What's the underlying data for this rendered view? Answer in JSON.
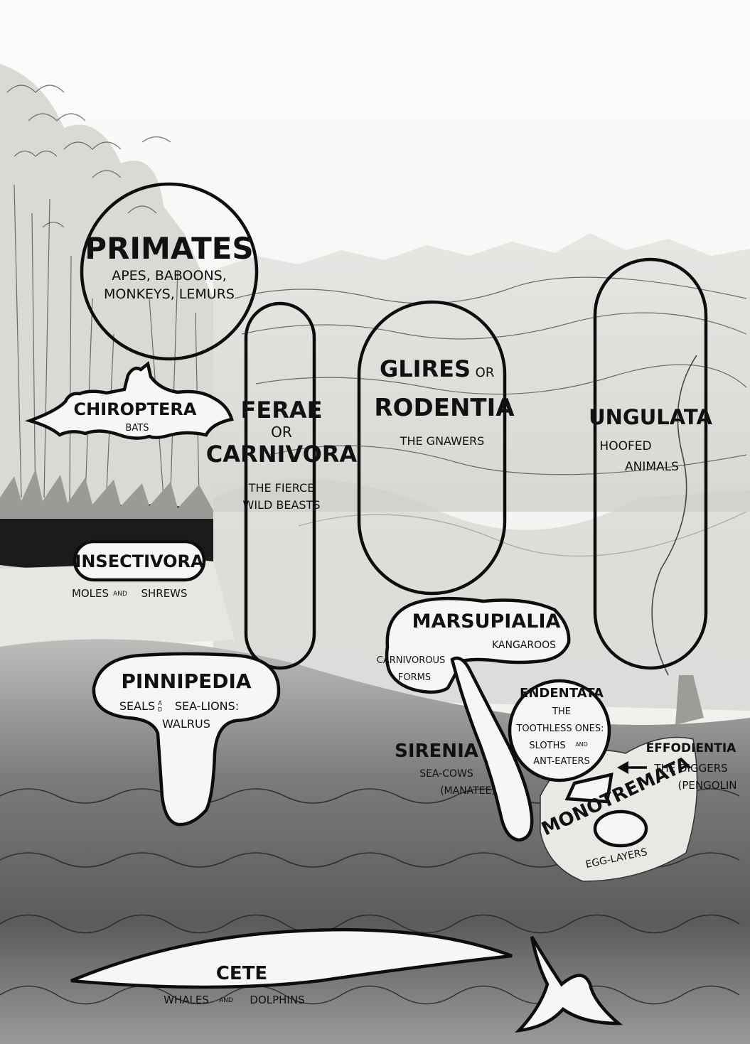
{
  "colors": {
    "ink": "#0d0d0d",
    "paper": "#f4f4f2",
    "sea": "#6f6f6f"
  },
  "groups": {
    "primates": {
      "title": "PRIMATES",
      "line1": "APES, BABOONS,",
      "line2": "MONKEYS, LEMURS"
    },
    "chiroptera": {
      "title": "CHIROPTERA",
      "sub": "BATS"
    },
    "ferae": {
      "title": "FERAE",
      "or": "OR",
      "title2": "CARNIVORA",
      "line1": "THE FIERCE",
      "line2": "WILD BEASTS"
    },
    "glires": {
      "title": "GLIRES",
      "or": "OR",
      "title2": "RODENTIA",
      "sub": "THE GNAWERS"
    },
    "ungulata": {
      "title": "UNGULATA",
      "line1": "HOOFED",
      "line2": "ANIMALS"
    },
    "insectivora": {
      "title": "INSECTIVORA",
      "sub_a": "MOLES",
      "sub_and": "AND",
      "sub_b": "SHREWS"
    },
    "marsupialia": {
      "title": "MARSUPIALIA",
      "sub": "KANGAROOS",
      "line1": "CARNIVOROUS",
      "line2": "FORMS"
    },
    "pinnipedia": {
      "title": "PINNIPEDIA",
      "line1": "SEALS",
      "and_a": "A",
      "and_b": "D",
      "line1b": "SEA-LIONS:",
      "line2": "WALRUS"
    },
    "endentata": {
      "title": "ENDENTATA",
      "line1": "THE",
      "line2": "TOOTHLESS ONES:",
      "line3": "SLOTHS",
      "line3_and": "AND",
      "line4": "ANT-EATERS"
    },
    "sirenia": {
      "title": "SIRENIA",
      "line1": "SEA-COWS",
      "line2": "(MANATEE)"
    },
    "effodientia": {
      "title": "EFFODIENTIA",
      "line1": "THE DIGGERS",
      "line2": "(PENGOLIN"
    },
    "monotremata": {
      "title": "MONOTREMATA",
      "sub": "EGG-LAYERS"
    },
    "cete": {
      "title": "CETE",
      "sub_a": "WHALES",
      "sub_and": "AND",
      "sub_b": "DOLPHINS"
    }
  }
}
